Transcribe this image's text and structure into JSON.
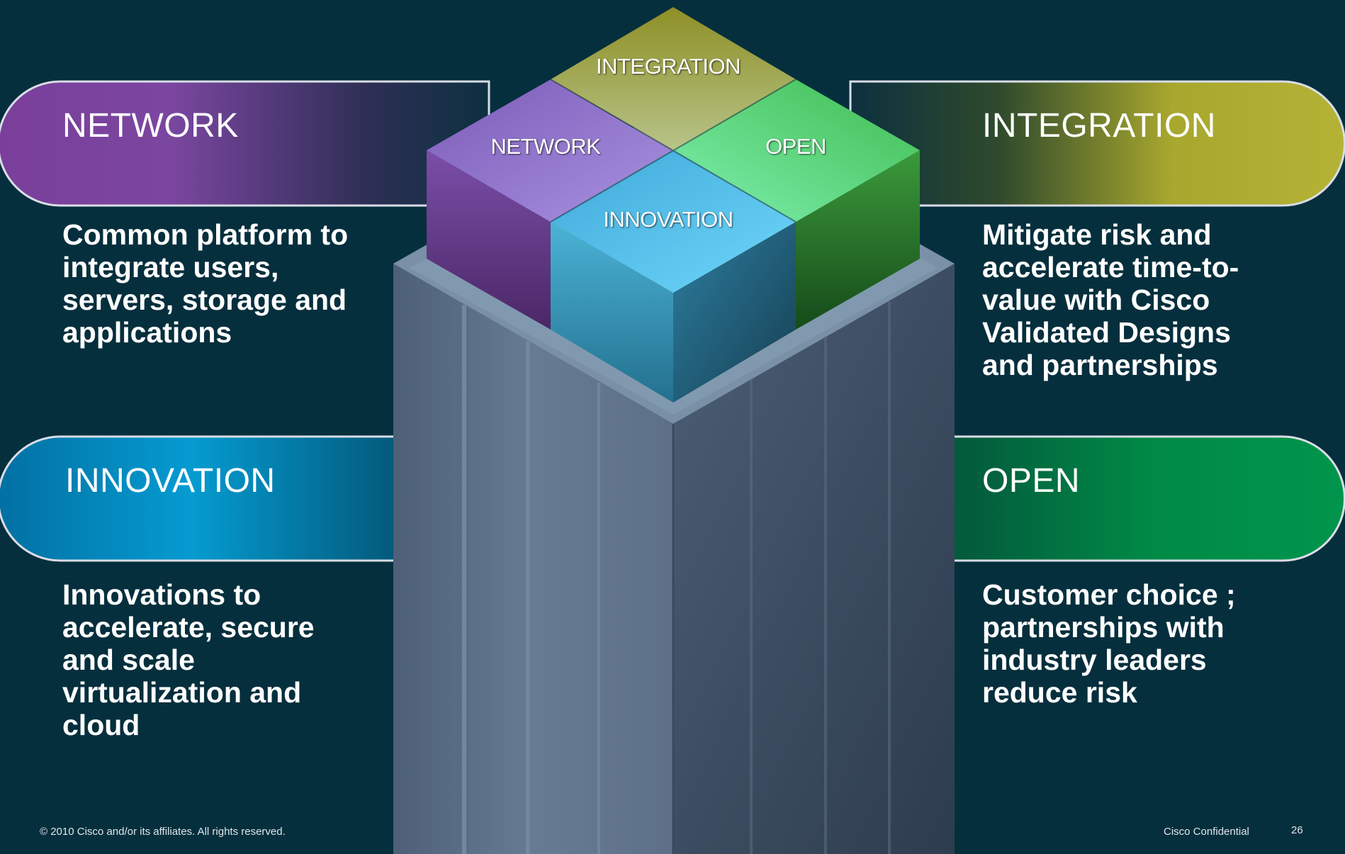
{
  "pillars": {
    "network": {
      "title": "NETWORK",
      "description": "Common platform to\nintegrate users,\nservers, storage and\napplications",
      "color": "#7a3f9b"
    },
    "integration": {
      "title": "INTEGRATION",
      "description": "Mitigate risk and\naccelerate time-to-\nvalue with Cisco\nValidated Designs\nand partnerships",
      "color": "#b0ae2e"
    },
    "innovation": {
      "title": "INNOVATION",
      "description": "Innovations to\naccelerate, secure\nand scale\nvirtualization and\ncloud",
      "color": "#0296cc"
    },
    "open": {
      "title": "OPEN",
      "description": "Customer choice ;\npartnerships with\nindustry leaders\nreduce risk",
      "color": "#009148"
    }
  },
  "cube_labels": {
    "integration": "INTEGRATION",
    "network": "NETWORK",
    "open": "OPEN",
    "innovation": "INNOVATION"
  },
  "footer": {
    "copyright": "© 2010 Cisco and/or its affiliates. All rights reserved.",
    "confidential": "Cisco Confidential",
    "page_number": "26"
  }
}
